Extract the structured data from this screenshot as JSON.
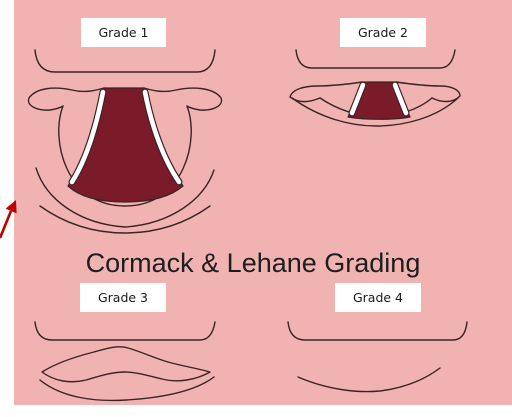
{
  "title": "Cormack & Lehane Grading",
  "grades": [
    {
      "label": "Grade 1"
    },
    {
      "label": "Grade 2"
    },
    {
      "label": "Grade 3"
    },
    {
      "label": "Grade 4"
    }
  ],
  "colors": {
    "background": "#f0b3b2",
    "glottis": "#7b1b2a",
    "cord": "#ffffff",
    "outline": "#3b2424",
    "label_box": "#ffffff",
    "arrow": "#c00000"
  }
}
